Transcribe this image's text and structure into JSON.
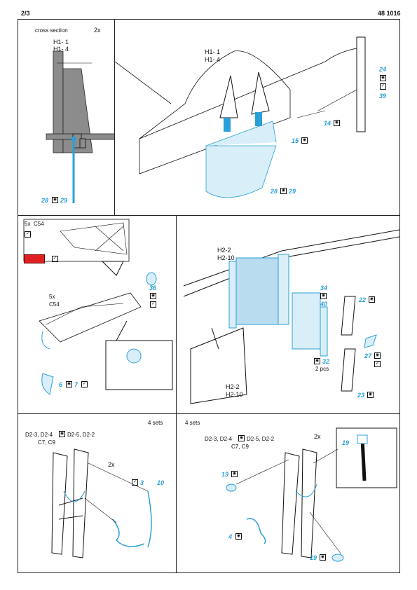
{
  "header": {
    "page": "2/3",
    "code": "48 1016"
  },
  "panel1": {
    "cross_section_label": "cross section",
    "qty": "2x",
    "h1": "H1- 1",
    "h4": "H1- 4",
    "parts": "28",
    "parts2": "29"
  },
  "panel2": {
    "h1": "H1- 1",
    "h4": "H1- 4",
    "p24": "24",
    "p39": "39",
    "p14": "14",
    "p15": "15",
    "p28": "28",
    "p29": "29"
  },
  "panel3": {
    "qty_top": "5x",
    "c54_top": "C54",
    "qty_mid": "5x",
    "c54_mid": "C54",
    "p36": "36",
    "p6": "6",
    "p7": "7"
  },
  "panel4": {
    "h2_2": "H2-2",
    "h2_10": "H2-10",
    "p34": "34",
    "p40": "40",
    "p22": "22",
    "p27": "27",
    "p32": "32",
    "pcs": "2 pcs",
    "p23": "23",
    "h2_2b": "H2-2",
    "h2_10b": "H2-10"
  },
  "panel5": {
    "sets": "4 sets",
    "codes1": "D2-3, D2-4",
    "codes2": "D2-5, D2-2",
    "codes3": "C7, C9",
    "qty": "2x",
    "p3": "3",
    "p10": "10"
  },
  "panel6": {
    "sets": "4 sets",
    "codes1": "D2-3, D2-4",
    "codes2": "D2-5, D2-2",
    "codes3": "C7, C9",
    "qty": "2x",
    "p19a": "19",
    "p19b": "19",
    "p4": "4",
    "p19c": "19"
  },
  "colors": {
    "part_blue": "#2aa0d8",
    "red_fill": "#e02020",
    "gray": "#8c8c8c"
  }
}
